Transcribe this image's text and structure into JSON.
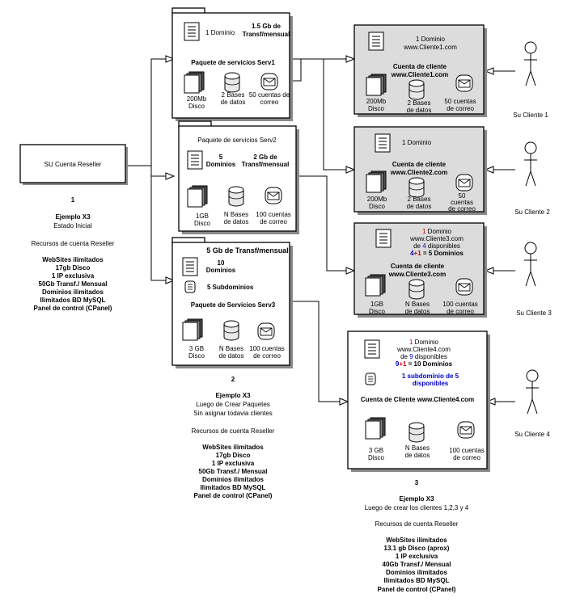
{
  "reseller": {
    "box_label": "SU Cuenta Reseller",
    "step_number": "1",
    "example_title": "Ejemplo X3",
    "subtitle": "Estado Inicial",
    "resources_title": "Recursos de cuenta Reseller",
    "resources": [
      "WebSites ilimitados",
      "17gb Disco",
      "1 IP exclusiva",
      "50Gb Transf./ Mensual",
      "Dominios ilimitados",
      "Ilimitados BD MySQL",
      "Panel de control (CPanel)"
    ]
  },
  "packages": [
    {
      "title": "Paquete de servicios Serv1",
      "domains": "1 Dominio",
      "transfer_line1": "1.5 Gb de",
      "transfer_line2": "Transf/mensual",
      "disk_line1": "200Mb",
      "disk_line2": "Disco",
      "db_line1": "2 Bases",
      "db_line2": "de datos",
      "mail_line1": "50 cuentas de",
      "mail_line2": "correo"
    },
    {
      "title": "Paquete de servicios Serv2",
      "domains_line1": "5",
      "domains_line2": "Dominios",
      "transfer_line1": "2 Gb de",
      "transfer_line2": "Transf/mensual",
      "disk_line1": "1GB",
      "disk_line2": "Disco",
      "db_line1": "N Bases",
      "db_line2": "de datos",
      "mail_line1": "100 cuentas",
      "mail_line2": "de correo"
    },
    {
      "title": "Paquete de Servicios Serv3",
      "transfer": "5 Gb de Transf/mensual",
      "domains_line1": "10",
      "domains_line2": "Dominios",
      "subdomains": "5 Subdominios",
      "disk_line1": "3 GB",
      "disk_line2": "Disco",
      "db_line1": "N Bases",
      "db_line2": "de datos",
      "mail_line1": "100 cuentas",
      "mail_line2": "de correo"
    }
  ],
  "step2": {
    "number": "2",
    "example_title": "Ejemplo X3",
    "subtitle_line1": "Luego de Crear Paquetes",
    "subtitle_line2": "Sin asignar todavia clientes",
    "resources_title": "Recursos de cuenta Reseller",
    "resources": [
      "WebSites ilimitados",
      "17gb Disco",
      "1 IP exclusiva",
      "50Gb Transf./ Mensual",
      "Dominios ilimitados",
      "Ilimitados BD MySQL",
      "Panel de control (CPanel)"
    ]
  },
  "clients": [
    {
      "domain_line1": "1 Dominio",
      "domain_line2": "www.Cliente1.com",
      "account_line1": "Cuenta de cliente",
      "account_line2": "www.Cliente1.com",
      "disk_line1": "200Mb",
      "disk_line2": "Disco",
      "db_line1": "2 Bases",
      "db_line2": "de datos",
      "mail_line1": "50 cuentas",
      "mail_line2": "de correo",
      "actor": "Su Cliente 1"
    },
    {
      "domain_line1": "1 Dominio",
      "account_line1": "Cuenta de cliente",
      "account_line2": "www.Cliente2.com",
      "disk_line1": "200Mb",
      "disk_line2": "Disco",
      "db_line1": "2 Bases",
      "db_line2": "de datos",
      "mail_line1": "50",
      "mail_line2": "cuentas",
      "mail_line3": "de correo",
      "actor": "Su Cliente 2"
    },
    {
      "domain_count": "1",
      "domain_word": " Dominio",
      "domain_site": "www.Cliente3.com",
      "available_pre": "de ",
      "available_num": "4",
      "available_post": " disponibles",
      "sum_a": "4",
      "sum_op": "+",
      "sum_b": "1",
      "sum_rest": " =  5 Dominios",
      "account_line1": "Cuenta de cliente",
      "account_line2": "www.Cliente3.com",
      "disk_line1": "1GB",
      "disk_line2": "Disco",
      "db_line1": "N Bases",
      "db_line2": "de datos",
      "mail_line1": "100 cuentas",
      "mail_line2": "de correo",
      "actor": "Su Cliente 3"
    },
    {
      "domain_count": "1",
      "domain_word": " Dominio",
      "domain_site": "www.Cliente4.com",
      "available_pre": "de ",
      "available_num": "9",
      "available_post": " disponibles",
      "sum_a": "9",
      "sum_op": "+",
      "sum_b": "1",
      "sum_rest": " =  10 Dominios",
      "subdomain_line1": "1 subdominio de 5",
      "subdomain_line2": "disponibles",
      "account": "Cuenta de Cliente www.Cliente4.com",
      "disk_line1": "3 GB",
      "disk_line2": "Disco",
      "db_line1": "N Bases",
      "db_line2": "de datos",
      "mail_line1": "100 cuentas",
      "mail_line2": "de correo",
      "actor": "Su Cliente 4"
    }
  ],
  "step3": {
    "number": "3",
    "example_title": "Ejemplo X3",
    "subtitle": "Luego de crear los clientes 1,2,3 y 4",
    "resources_title": "Recursos de cuenta Reseller",
    "resources": [
      "WebSites ilimitados",
      "13.1 gb Disco (aprox)",
      "1 IP exclusiva",
      "40Gb Transf./ Mensual",
      "Dominios ilimitados",
      "Ilimitados BD MySQL",
      "Panel de control (CPanel)"
    ]
  },
  "colors": {
    "highlight_red": "#cc0000",
    "highlight_blue": "#0000cc",
    "client_box_fill": "#dcdcdc"
  },
  "icons": [
    "document-icon",
    "disk-stack-icon",
    "database-icon",
    "envelope-icon",
    "stick-figure-icon",
    "list-icon"
  ]
}
